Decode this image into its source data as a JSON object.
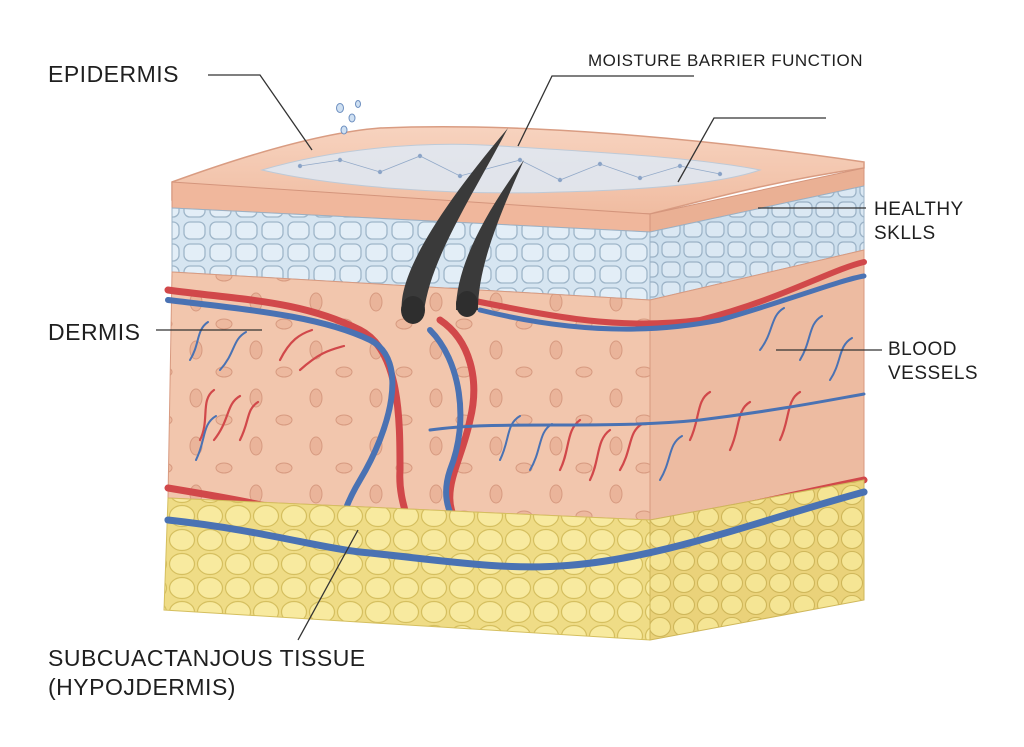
{
  "labels": {
    "epidermis": "EPIDERMIS",
    "moisture_barrier": "MOISTURE BARRIER FUNCTION",
    "healthy_skills": [
      "HEALTHY",
      "SKLLS"
    ],
    "dermis": "DERMIS",
    "blood_vessels": [
      "BLOOD",
      "VESSELS"
    ],
    "subcutaneous": [
      "SUBCUACTANJOUS TISSUE",
      "(HYPOJDERMIS)"
    ]
  },
  "colors": {
    "epidermis_surface": "#f4c6ad",
    "moisture_film": "#dfe8f1",
    "cell_layer": "#d3e3ef",
    "cell_stroke": "#9fb6c9",
    "dermis": "#f1c2a8",
    "artery": "#d1484a",
    "vein": "#4a72b3",
    "fat": "#f6e69a",
    "fat_stroke": "#d8c468",
    "hair": "#333333",
    "leader": "#333333"
  }
}
